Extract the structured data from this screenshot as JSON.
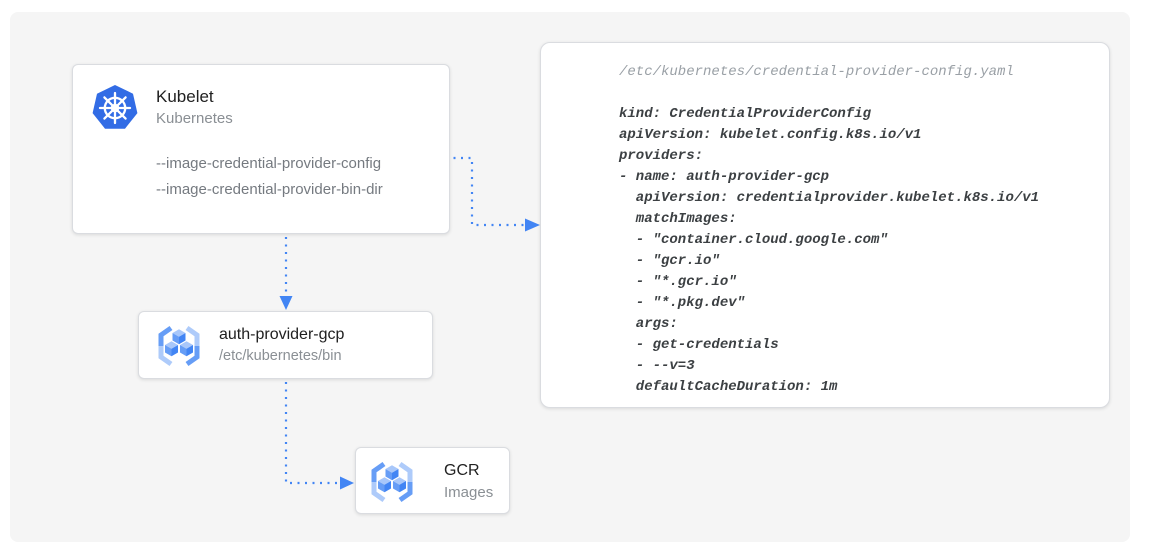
{
  "colors": {
    "accent_blue": "#4285F4",
    "k8s_blue": "#326CE5",
    "card_border": "#dadce0",
    "title_text": "#212121",
    "subtitle_text": "#8a8f94",
    "code_text": "#3c4043",
    "code_header": "#9aa0a6",
    "panel_bg": "#f5f5f5"
  },
  "nodes": {
    "kubelet": {
      "title": "Kubelet",
      "subtitle": "Kubernetes",
      "icon": "kubernetes-logo",
      "flags": [
        "--image-credential-provider-config",
        "--image-credential-provider-bin-dir"
      ]
    },
    "auth_provider": {
      "title": "auth-provider-gcp",
      "subtitle": "/etc/kubernetes/bin",
      "icon": "gcr-logo"
    },
    "gcr": {
      "title": "GCR",
      "subtitle": "Images",
      "icon": "gcr-logo"
    }
  },
  "code_panel": {
    "header": "/etc/kubernetes/credential-provider-config.yaml",
    "lines": [
      "kind: CredentialProviderConfig",
      "apiVersion: kubelet.config.k8s.io/v1",
      "providers:",
      "- name: auth-provider-gcp",
      "  apiVersion: credentialprovider.kubelet.k8s.io/v1",
      "  matchImages:",
      "  - \"container.cloud.google.com\"",
      "  - \"gcr.io\"",
      "  - \"*.gcr.io\"",
      "  - \"*.pkg.dev\"",
      "  args:",
      "  - get-credentials",
      "  - --v=3",
      "  defaultCacheDuration: 1m"
    ]
  }
}
